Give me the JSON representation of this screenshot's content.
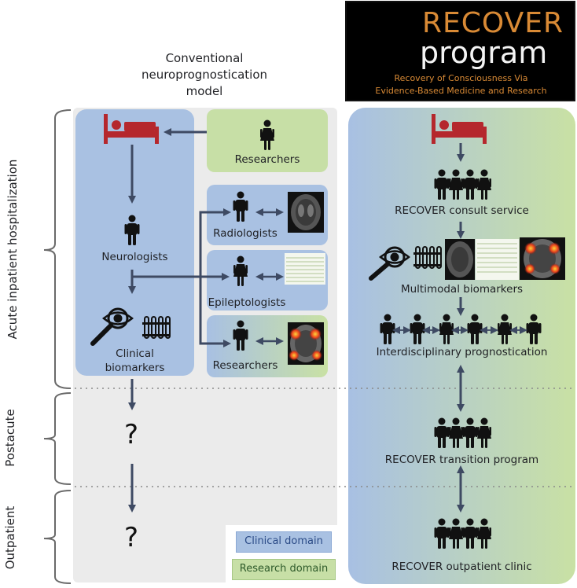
{
  "logo": {
    "line1": "RECOVER",
    "line2": "program",
    "tagline1": "Recovery of Consciousness Via",
    "tagline2": "Evidence-Based Medicine and Research"
  },
  "conventional": {
    "title_line1": "Conventional",
    "title_line2": "neuroprognostication",
    "title_line3": "model",
    "researchers_top": "Researchers",
    "neurologists": "Neurologists",
    "clinical_biomarkers_1": "Clinical",
    "clinical_biomarkers_2": "biomarkers",
    "radiologists": "Radiologists",
    "epileptologists": "Epileptologists",
    "researchers_bottom": "Researchers",
    "unknown_postacute": "?",
    "unknown_outpatient": "?"
  },
  "phases": {
    "acute": "Acute inpatient hospitalization",
    "postacute": "Postacute",
    "outpatient": "Outpatient"
  },
  "recover": {
    "consult": "RECOVER consult service",
    "multimodal": "Multimodal biomarkers",
    "interdisciplinary": "Interdisciplinary prognostication",
    "transition": "RECOVER transition program",
    "clinic": "RECOVER outpatient clinic"
  },
  "legend": {
    "clinical": "Clinical domain",
    "research": "Research domain"
  },
  "colors": {
    "clinical": "#a9c1e2",
    "research": "#c7dfa6",
    "bed": "#b5272d",
    "arrow": "#3e4a63"
  }
}
